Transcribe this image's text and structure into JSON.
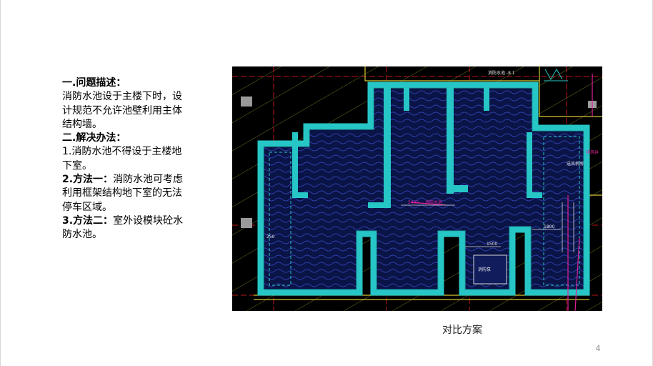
{
  "slide": {
    "heading1": "一.问题描述：",
    "para1": "消防水池设于主楼下时，设计规范不允许池壁利用主体结构墙。",
    "heading2": "二.解决办法：",
    "item1": "1.消防水池不得设于主楼地下室。",
    "item2_label": "2.方法一：",
    "item2_text": "消防水池可考虑利用框架结构地下室的无法停车区域。",
    "item3_label": "3.方法二：",
    "item3_text": "室外设模块砼水防水池。",
    "caption": "对比方案",
    "page_number": "4"
  },
  "drawing": {
    "labels": {
      "top_label": "消防水池 -8.1",
      "right_label_1": "排风井",
      "right_label_2": "送风机房",
      "center_label": "消防水池",
      "pump_label": "消防泵",
      "dim_5400": "5400",
      "dim_1800": "1800",
      "dim_1500": "1500",
      "wall_250": "250"
    },
    "colors": {
      "background": "#000000",
      "hatch": "#c9c93a",
      "wall": "#27c6c6",
      "fill": "#0a1446",
      "water": "#2f3fae",
      "gridline": "#c01818",
      "accent": "#e0209a"
    }
  }
}
